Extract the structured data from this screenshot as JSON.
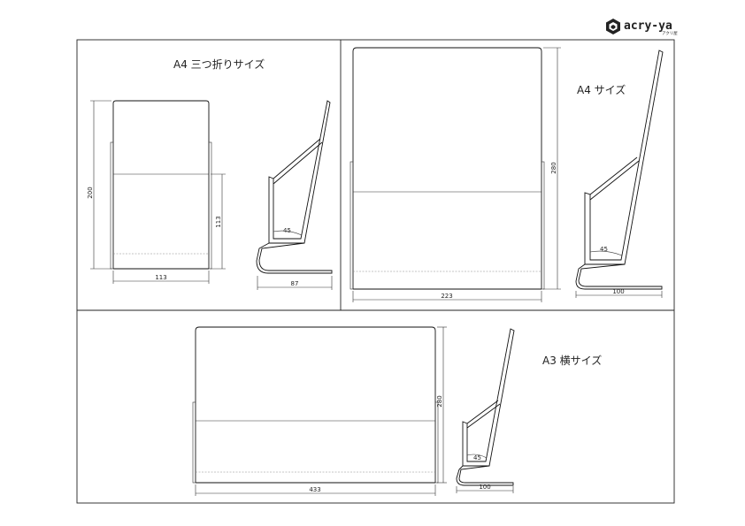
{
  "brand": {
    "name": "acry-ya",
    "sub": "アクリ屋"
  },
  "panels": {
    "a4_tri": {
      "title": "A4 三つ折りサイズ",
      "front": {
        "height": "200",
        "pocket": "113",
        "width": "113"
      },
      "side": {
        "angle": "45",
        "depth": "87"
      }
    },
    "a4": {
      "title": "A4 サイズ",
      "front": {
        "height": "280",
        "width": "223"
      },
      "side": {
        "angle": "45",
        "depth": "100"
      }
    },
    "a3": {
      "title": "A3 横サイズ",
      "front": {
        "height": "280",
        "width": "433"
      },
      "side": {
        "angle": "45",
        "depth": "100"
      }
    }
  },
  "colors": {
    "line": "#222222",
    "background": "#ffffff"
  }
}
